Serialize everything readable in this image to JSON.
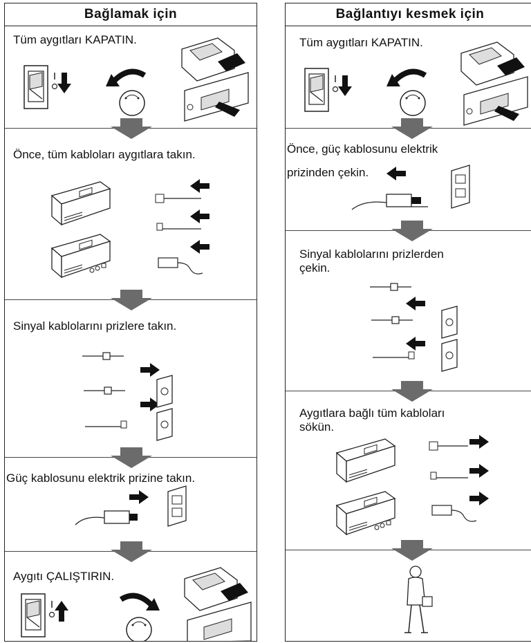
{
  "left": {
    "title": "Bağlamak için",
    "steps": [
      "Tüm aygıtları KAPATIN.",
      "Önce, tüm kabloları aygıtlara takın.",
      "Sinyal kablolarını prizlere takın.",
      "Güç kablosunu elektrik prizine takın.",
      "Aygıtı ÇALIŞTIRIN."
    ]
  },
  "right": {
    "title": "Bağlantıyı kesmek için",
    "steps": [
      "Tüm aygıtları KAPATIN.",
      "Önce, güç kablosunu elektrik",
      "prizinden çekin.",
      "Sinyal kablolarını prizlerden",
      "çekin.",
      "Aygıtlara bağlı tüm kabloları",
      "sökün."
    ]
  },
  "colors": {
    "flow_arrow": "#6b6b6b",
    "line": "#222222"
  }
}
